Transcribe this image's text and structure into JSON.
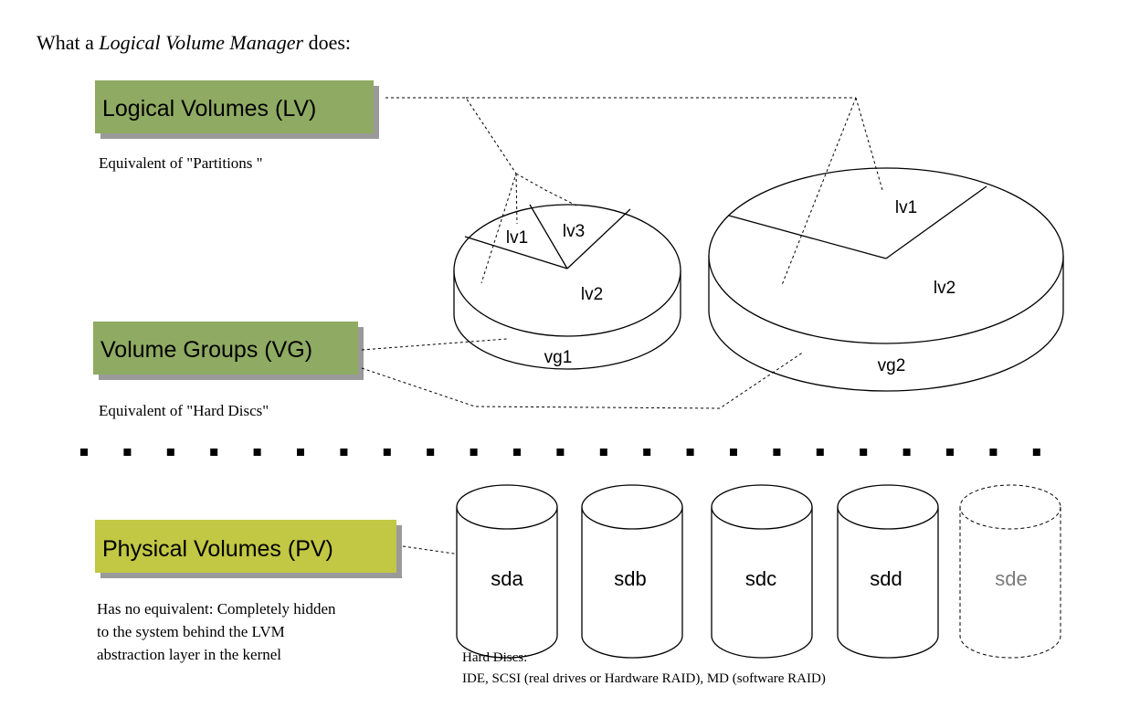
{
  "heading": {
    "prefix": "What a ",
    "emphasis": "Logical Volume Manager",
    "suffix": " does:"
  },
  "layers": {
    "lv": {
      "label": "Logical Volumes (LV)",
      "desc": "Equivalent of \"Partitions \"",
      "color": "#8faa62"
    },
    "vg": {
      "label": "Volume Groups (VG)",
      "desc": "Equivalent of \"Hard Discs\"",
      "color": "#8faa62"
    },
    "pv": {
      "label": "Physical Volumes (PV)",
      "desc": [
        "Has no equivalent: Completely hidden",
        "to the system behind the LVM",
        "abstraction layer in the kernel"
      ],
      "color": "#c2c744"
    }
  },
  "groups": [
    {
      "name": "vg1",
      "volumes": [
        "lv1",
        "lv3",
        "lv2"
      ]
    },
    {
      "name": "vg2",
      "volumes": [
        "lv1",
        "lv2"
      ]
    }
  ],
  "disks": [
    {
      "name": "sda",
      "dashed": false
    },
    {
      "name": "sdb",
      "dashed": false
    },
    {
      "name": "sdc",
      "dashed": false
    },
    {
      "name": "sdd",
      "dashed": false
    },
    {
      "name": "sde",
      "dashed": true
    }
  ],
  "disks_caption": [
    "Hard Discs:",
    "IDE, SCSI (real drives or Hardware RAID), MD (software RAID)"
  ],
  "colors": {
    "shadow": "#9a9a9a",
    "dashed_disk_text": "#7a7a7a"
  }
}
